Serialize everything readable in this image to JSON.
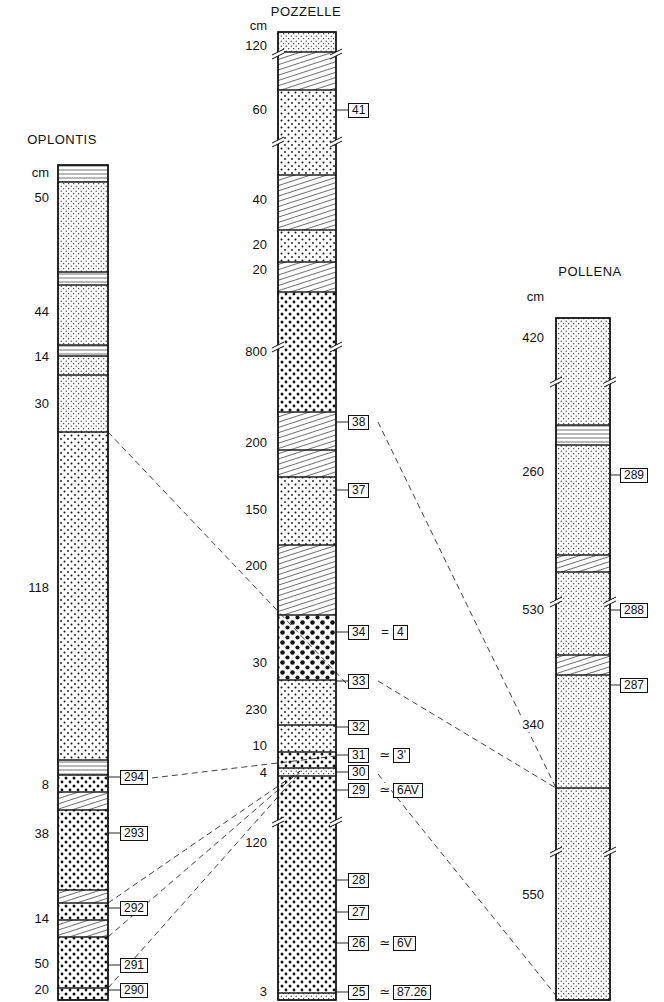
{
  "diagram": {
    "nodes": [
      {
        "text": [
          "294"
        ]
      },
      {
        "text": [
          "293"
        ]
      },
      {
        "text": [
          "292"
        ]
      },
      {
        "text": [
          "291"
        ]
      },
      {
        "text": [
          "290"
        ]
      },
      {
        "text": [
          "41"
        ]
      },
      {
        "text": [
          "38"
        ]
      },
      {
        "text": [
          "37"
        ]
      },
      {
        "text": [
          "34"
        ]
      },
      {
        "text": [
          "4"
        ]
      },
      {
        "text": [
          "33"
        ]
      },
      {
        "text": [
          "32"
        ]
      },
      {
        "text": [
          "31"
        ]
      },
      {
        "text": [
          "3'"
        ]
      },
      {
        "text": [
          "30"
        ]
      },
      {
        "text": [
          "29"
        ]
      },
      {
        "text": [
          "6AV"
        ]
      },
      {
        "text": [
          "28"
        ]
      },
      {
        "text": [
          "27"
        ]
      },
      {
        "text": [
          "26"
        ]
      },
      {
        "text": [
          "6V"
        ]
      },
      {
        "text": [
          "25"
        ]
      },
      {
        "text": [
          "87.26"
        ]
      },
      {
        "text": [
          "289"
        ]
      },
      {
        "text": [
          "288"
        ]
      },
      {
        "text": [
          "287"
        ]
      }
    ],
    "labels": [
      "OPLONTIS",
      "POZZELLE",
      "POLLENA",
      "cm",
      "cm",
      "cm",
      "50",
      "44",
      "14",
      "30",
      "118",
      "8",
      "38",
      "14",
      "50",
      "20",
      "120",
      "60",
      "40",
      "20",
      "20",
      "800",
      "200",
      "150",
      "200",
      "30",
      "230",
      "10",
      "4",
      "120",
      "3",
      "420",
      "260",
      "530",
      "340",
      "550",
      "=",
      "≃",
      "≃",
      "≃",
      "≃"
    ]
  }
}
